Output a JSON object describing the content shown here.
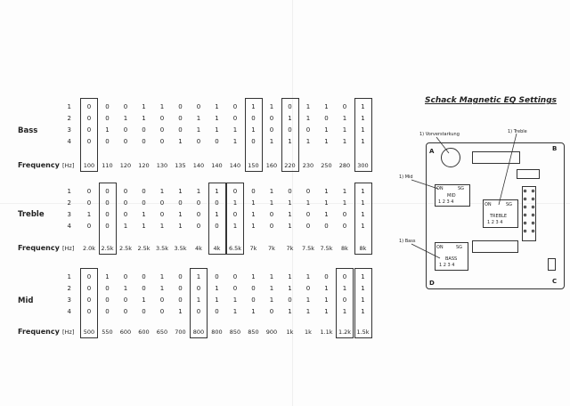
{
  "title": "Schack Magnetic EQ Settings",
  "switch_labels": [
    "1",
    "2",
    "3",
    "4"
  ],
  "frequency_label": "Frequency",
  "bass": {
    "label": "Bass",
    "unit": "[Hz]",
    "frequencies": [
      "100",
      "110",
      "120",
      "120",
      "130",
      "135",
      "140",
      "140",
      "140",
      "150",
      "160",
      "220",
      "230",
      "250",
      "280",
      "300"
    ],
    "rows": [
      [
        "0",
        "0",
        "0",
        "1",
        "1",
        "0",
        "0",
        "1",
        "0",
        "1",
        "1",
        "0",
        "1",
        "1",
        "0",
        "1"
      ],
      [
        "0",
        "0",
        "1",
        "1",
        "0",
        "0",
        "1",
        "1",
        "0",
        "0",
        "0",
        "1",
        "1",
        "0",
        "1",
        "1"
      ],
      [
        "0",
        "1",
        "0",
        "0",
        "0",
        "0",
        "1",
        "1",
        "1",
        "1",
        "0",
        "0",
        "0",
        "1",
        "1",
        "1"
      ],
      [
        "0",
        "0",
        "0",
        "0",
        "0",
        "1",
        "0",
        "0",
        "1",
        "0",
        "1",
        "1",
        "1",
        "1",
        "1",
        "1"
      ]
    ]
  },
  "treble": {
    "label": "Treble",
    "unit": "[Hz]",
    "frequencies": [
      "2.0k",
      "2.5k",
      "2.5k",
      "2.5k",
      "3.5k",
      "3.5k",
      "4k",
      "4k",
      "6.5k",
      "7k",
      "7k",
      "7k",
      "7.5k",
      "7.5k",
      "8k",
      "8k"
    ],
    "rows": [
      [
        "0",
        "0",
        "0",
        "0",
        "1",
        "1",
        "1",
        "1",
        "0",
        "0",
        "1",
        "0",
        "0",
        "1",
        "1",
        "1"
      ],
      [
        "0",
        "0",
        "0",
        "0",
        "0",
        "0",
        "0",
        "0",
        "1",
        "1",
        "1",
        "1",
        "1",
        "1",
        "1",
        "1"
      ],
      [
        "1",
        "0",
        "0",
        "1",
        "0",
        "1",
        "0",
        "1",
        "0",
        "1",
        "0",
        "1",
        "0",
        "1",
        "0",
        "1"
      ],
      [
        "0",
        "0",
        "1",
        "1",
        "1",
        "1",
        "0",
        "0",
        "1",
        "1",
        "0",
        "1",
        "0",
        "0",
        "0",
        "1"
      ]
    ]
  },
  "mid": {
    "label": "Mid",
    "unit": "[Hz]",
    "frequencies": [
      "500",
      "550",
      "600",
      "600",
      "650",
      "700",
      "800",
      "800",
      "850",
      "850",
      "900",
      "1k",
      "1k",
      "1.1k",
      "1.2k",
      "1.5k"
    ],
    "rows": [
      [
        "0",
        "1",
        "0",
        "0",
        "1",
        "0",
        "1",
        "0",
        "0",
        "1",
        "1",
        "1",
        "1",
        "0",
        "0",
        "1"
      ],
      [
        "0",
        "0",
        "1",
        "0",
        "1",
        "0",
        "0",
        "1",
        "0",
        "0",
        "1",
        "1",
        "0",
        "1",
        "1",
        "1"
      ],
      [
        "0",
        "0",
        "0",
        "1",
        "0",
        "0",
        "1",
        "1",
        "1",
        "0",
        "1",
        "0",
        "1",
        "1",
        "0",
        "1"
      ],
      [
        "0",
        "0",
        "0",
        "0",
        "0",
        "1",
        "0",
        "0",
        "1",
        "1",
        "0",
        "1",
        "1",
        "1",
        "1",
        "1"
      ]
    ]
  },
  "diagram": {
    "callout_vorverstaerkung": "1) Vorverstarkung",
    "callout_treble": "1) Treble",
    "callout_mid": "1) Mid",
    "callout_bass": "1) Bass",
    "corner_a": "A",
    "corner_b": "B",
    "corner_c": "C",
    "corner_d": "D",
    "mid_switch": {
      "on": "ON",
      "sg": "SG",
      "name": "MID",
      "positions": "1 2 3 4"
    },
    "treble_switch": {
      "on": "ON",
      "sg": "SG",
      "name": "TREBLE",
      "positions": "1 2 3 4"
    },
    "bass_switch": {
      "on": "ON",
      "sg": "SG",
      "name": "BASS",
      "positions": "1 2 3 4"
    }
  }
}
